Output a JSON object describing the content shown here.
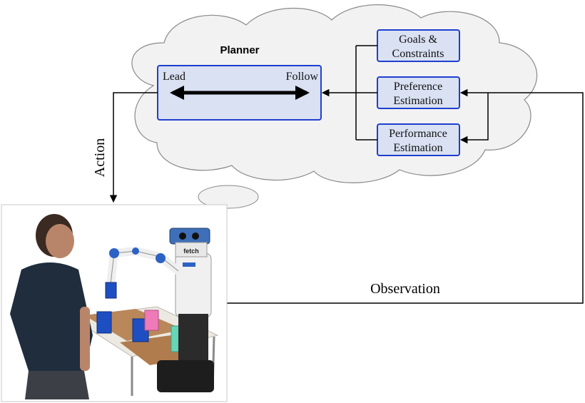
{
  "planner": {
    "title": "Planner",
    "slider": {
      "left_label": "Lead",
      "right_label": "Follow"
    }
  },
  "modules": {
    "goals": {
      "line1": "Goals &",
      "line2": "Constraints"
    },
    "preference": {
      "line1": "Preference",
      "line2": "Estimation"
    },
    "performance": {
      "line1": "Performance",
      "line2": "Estimation"
    }
  },
  "edges": {
    "action": "Action",
    "observation": "Observation"
  },
  "scene": {
    "robot_brand": "fetch"
  },
  "colors": {
    "box_fill": "#d9e1f2",
    "box_stroke": "#1f3fcf",
    "cloud_fill": "#f2f2f2",
    "cloud_stroke": "#8a8a8a"
  }
}
